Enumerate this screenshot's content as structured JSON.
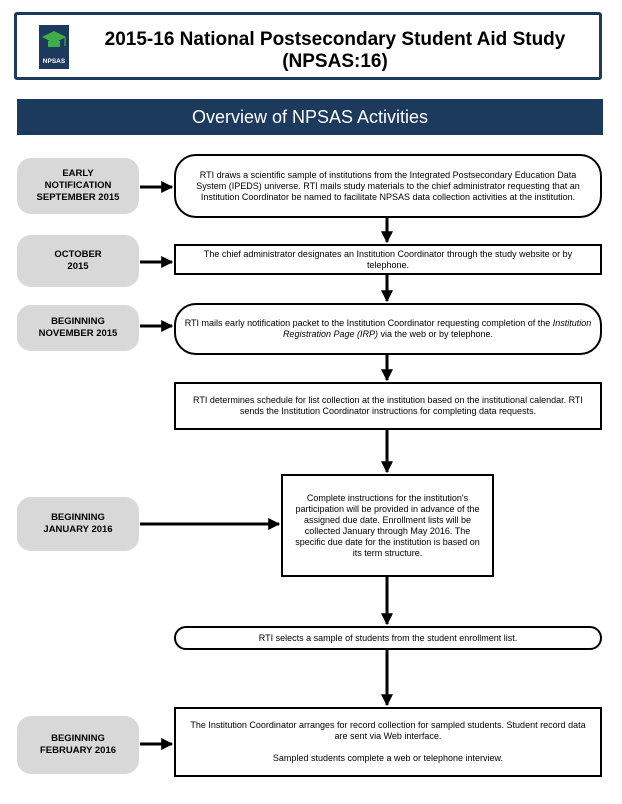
{
  "header": {
    "title_line1": "2015-16 National Postsecondary Student Aid Study",
    "title_line2": "(NPSAS:16)",
    "logo_text": "NPSAS",
    "logo_icon": "graduation-cap-icon"
  },
  "banner": {
    "title": "Overview of NPSAS Activities"
  },
  "colors": {
    "navy": "#1c3a5e",
    "date_fill": "#d8d8d8"
  },
  "timeline": {
    "dates": [
      {
        "label": "EARLY\nNOTIFICATION\nSEPTEMBER 2015"
      },
      {
        "label": "OCTOBER\n2015"
      },
      {
        "label": "BEGINNING\nNOVEMBER 2015"
      },
      {
        "label": "BEGINNING\nJANUARY 2016"
      },
      {
        "label": "BEGINNING\nFEBRUARY 2016"
      }
    ],
    "steps": [
      {
        "text": "RTI draws a scientific sample of institutions from the Integrated Postsecondary Education Data System (IPEDS) universe. RTI mails study materials to the chief administrator requesting that an Institution Coordinator be named to facilitate NPSAS data collection activities at the institution."
      },
      {
        "text": "The chief administrator designates an Institution Coordinator through the study website or by telephone."
      },
      {
        "text_before": "RTI mails early notification packet to the Institution Coordinator requesting completion of the ",
        "text_italic": "Institution Registration Page (IRP)",
        "text_after": " via the web or by telephone."
      },
      {
        "text": "RTI determines schedule for list collection at the institution based on the institutional calendar. RTI sends the Institution Coordinator instructions for completing data requests."
      },
      {
        "text": "Complete instructions for the institution's participation will be provided in advance of the assigned due date. Enrollment lists will be collected January through May 2016. The specific due date for the institution is based on its term structure."
      },
      {
        "text": "RTI selects a sample of students from the student enrollment list."
      },
      {
        "text_line1": "The Institution Coordinator arranges for record collection for sampled students. Student record data are sent via Web interface.",
        "text_line2": "Sampled students complete a web or telephone interview."
      }
    ]
  }
}
